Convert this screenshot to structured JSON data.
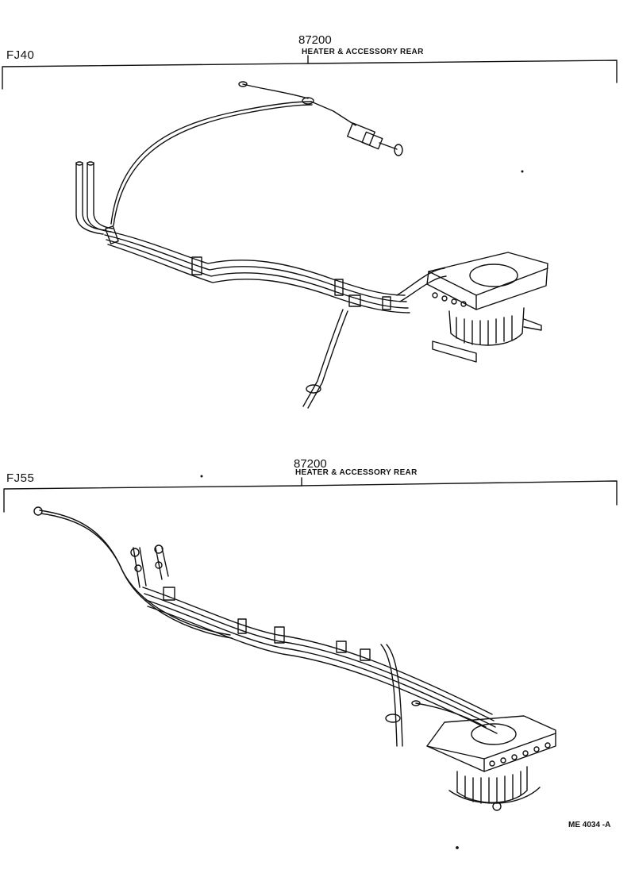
{
  "section1": {
    "model": "FJ40",
    "part_number": "87200",
    "part_name": "HEATER & ACCESSORY REAR"
  },
  "section2": {
    "model": "FJ55",
    "part_number": "87200",
    "part_name": "HEATER & ACCESSORY REAR"
  },
  "figure_code": "ME 4034 -A"
}
